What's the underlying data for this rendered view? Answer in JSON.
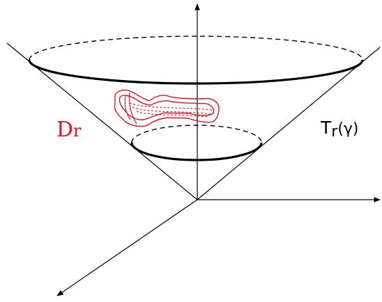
{
  "labels": {
    "region_label": "Dr",
    "region_label_main": "D",
    "region_label_sub": "r",
    "tube_label": "Tr(γ)",
    "tube_label_main": "T",
    "tube_label_sub": "r",
    "tube_label_arg": "(γ)"
  },
  "colors": {
    "ink": "#000000",
    "highlight": "#e0141e",
    "background": "#ffffff"
  }
}
